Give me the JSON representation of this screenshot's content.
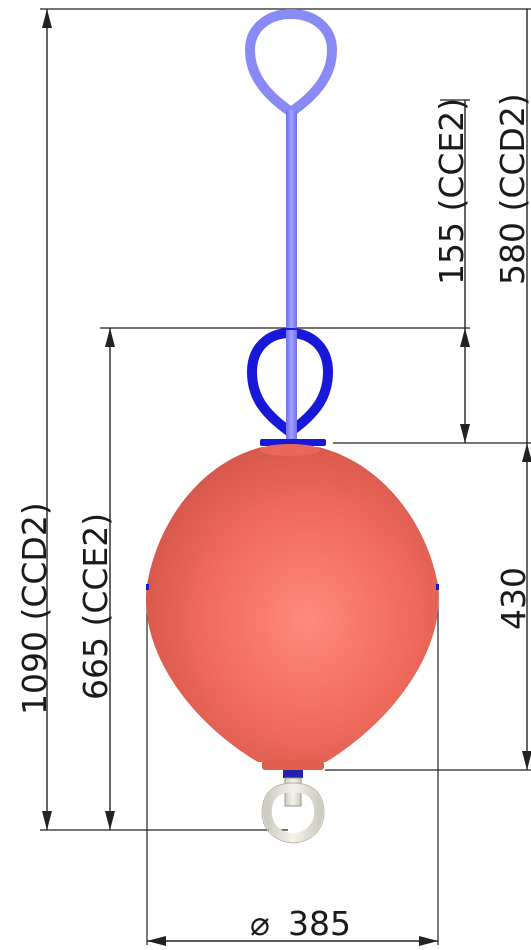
{
  "dimensions": {
    "overall_height": "1090 (CCD2)",
    "eye_to_float": "665 (CCE2)",
    "upper_eye": "155 (CCE2)",
    "rod_length": "580 (CCD2)",
    "float_height": "430",
    "diameter_symbol": "⌀",
    "diameter_value": "385"
  },
  "colors": {
    "float": "#ee6a5c",
    "float_highlight": "#ff8a7c",
    "float_shadow": "#c94a40",
    "rod": "#8a8af6",
    "lower_eye": "#1818d8",
    "bottom_eye": "#e8e6dc",
    "dimension_line": "#222222"
  }
}
